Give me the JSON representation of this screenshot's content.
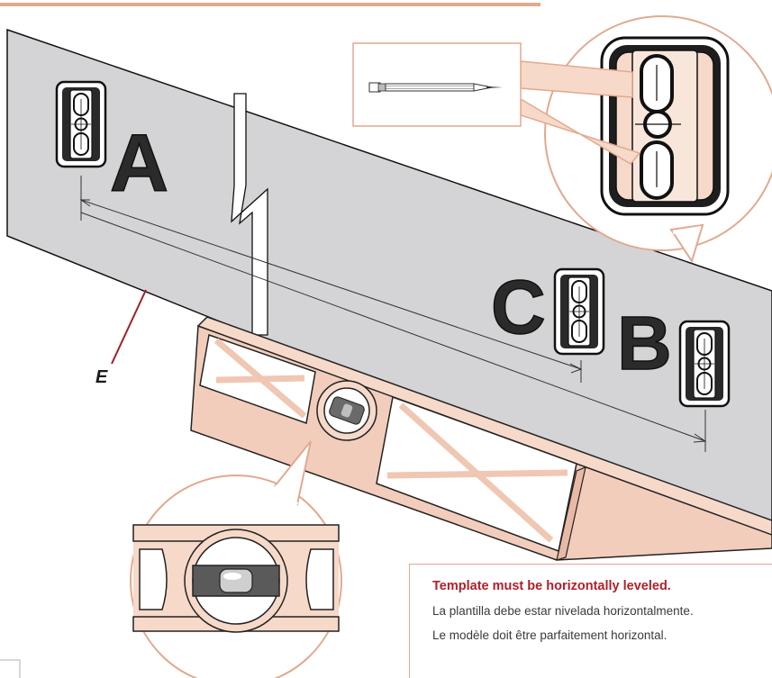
{
  "labels": {
    "a": "A",
    "b": "B",
    "c": "C",
    "e": "E"
  },
  "note": {
    "english": "Template must be horizontally leveled.",
    "spanish": "La plantilla debe estar nivelada horizontalmente.",
    "french": "Le modèle doit être parfaitement horizontal."
  },
  "colors": {
    "wall": "#d4d4d6",
    "accent": "#e2a98f",
    "fill": "#f6d9c9",
    "red": "#b0202a"
  }
}
